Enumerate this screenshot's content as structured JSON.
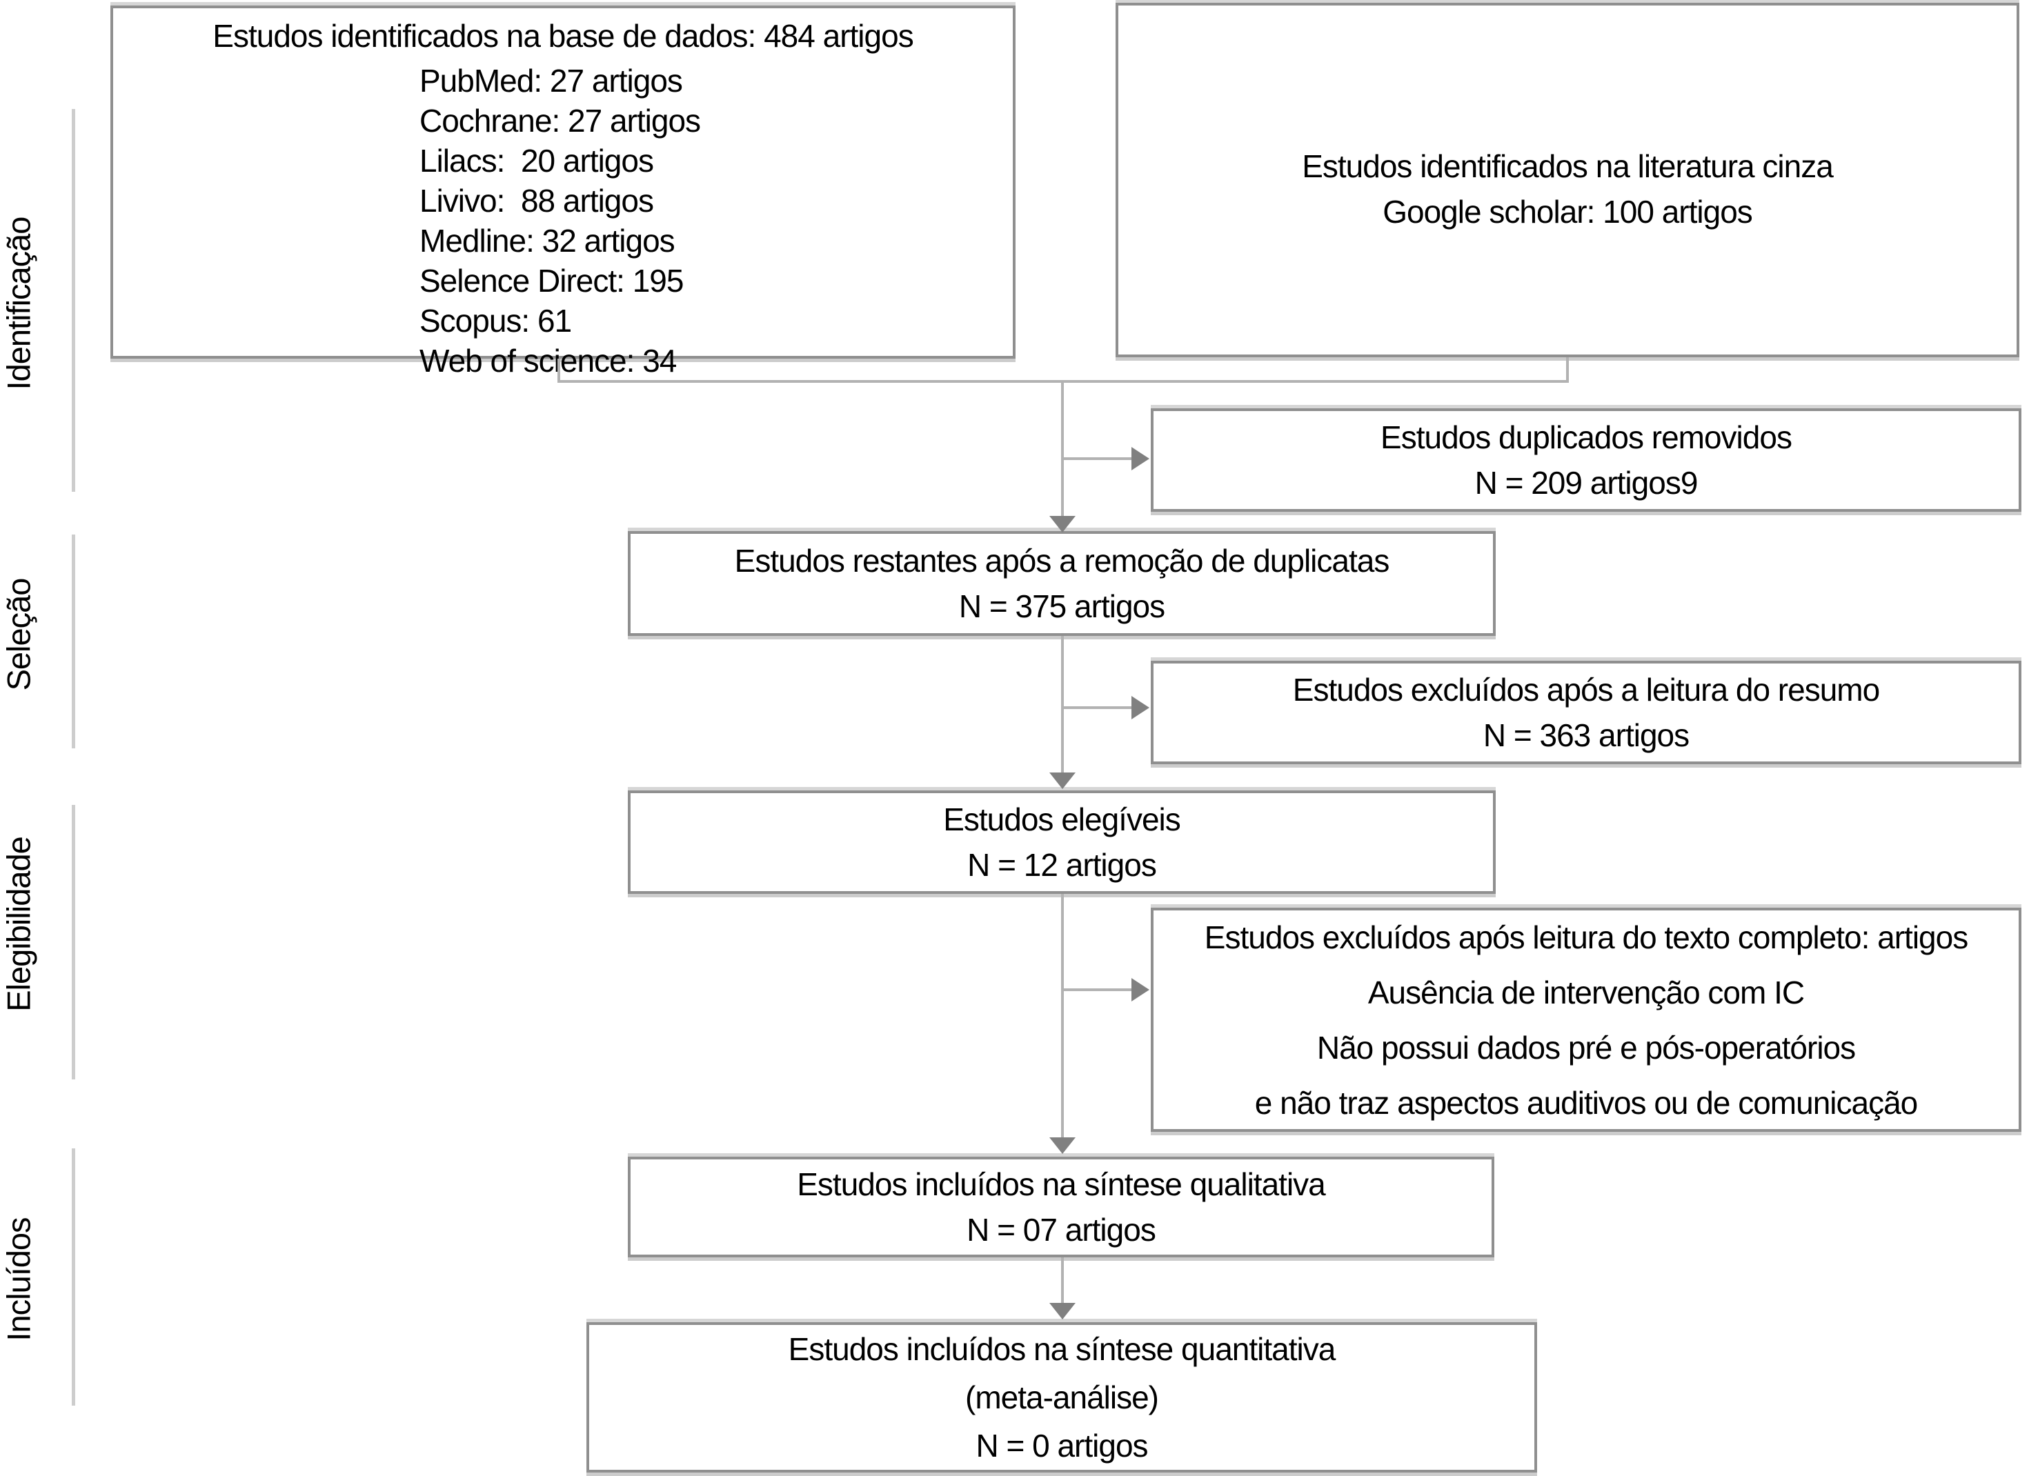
{
  "diagram": {
    "stages": [
      {
        "label": "Identificação"
      },
      {
        "label": "Seleção"
      },
      {
        "label": "Elegibilidade"
      },
      {
        "label": "Incluídos"
      }
    ],
    "boxes": {
      "databases": {
        "title": "Estudos identificados na base de dados: 484 artigos",
        "items": [
          "PubMed: 27 artigos",
          "Cochrane: 27 artigos",
          "Lilacs:  20 artigos",
          "Livivo:  88 artigos",
          "Medline: 32 artigos",
          "Selence Direct: 195",
          "Scopus: 61",
          "Web of science: 34"
        ]
      },
      "gray_literature": {
        "line1": "Estudos identificados na literatura cinza",
        "line2": "Google scholar: 100 artigos"
      },
      "duplicates_removed": {
        "line1": "Estudos duplicados removidos",
        "line2": "N = 209 artigos9"
      },
      "remaining": {
        "line1": "Estudos restantes após a remoção de duplicatas",
        "line2": "N = 375 artigos"
      },
      "abstract_excluded": {
        "line1": "Estudos excluídos após a leitura do resumo",
        "line2": "N = 363 artigos"
      },
      "eligible": {
        "line1": "Estudos elegíveis",
        "line2": "N = 12 artigos"
      },
      "fulltext_excluded": {
        "line1": "Estudos excluídos após leitura do texto completo: artigos",
        "line2": "Ausência de intervenção com IC",
        "line3": "Não possui dados pré e pós-operatórios",
        "line4": "e não traz aspectos auditivos ou de comunicação"
      },
      "qualitative": {
        "line1": "Estudos incluídos na síntese qualitativa",
        "line2": "N = 07 artigos"
      },
      "quantitative": {
        "line1": "Estudos incluídos na síntese quantitativa",
        "line2": "(meta-análise)",
        "line3": "N = 0 artigos"
      }
    },
    "colors": {
      "box_border": "#8f8f8f",
      "box_outer_band": "#cccccc",
      "connector": "#b2b2b2",
      "arrowhead": "#808080",
      "stage_rail": "#cdcdcd",
      "text": "#000000",
      "background": "#ffffff"
    }
  }
}
